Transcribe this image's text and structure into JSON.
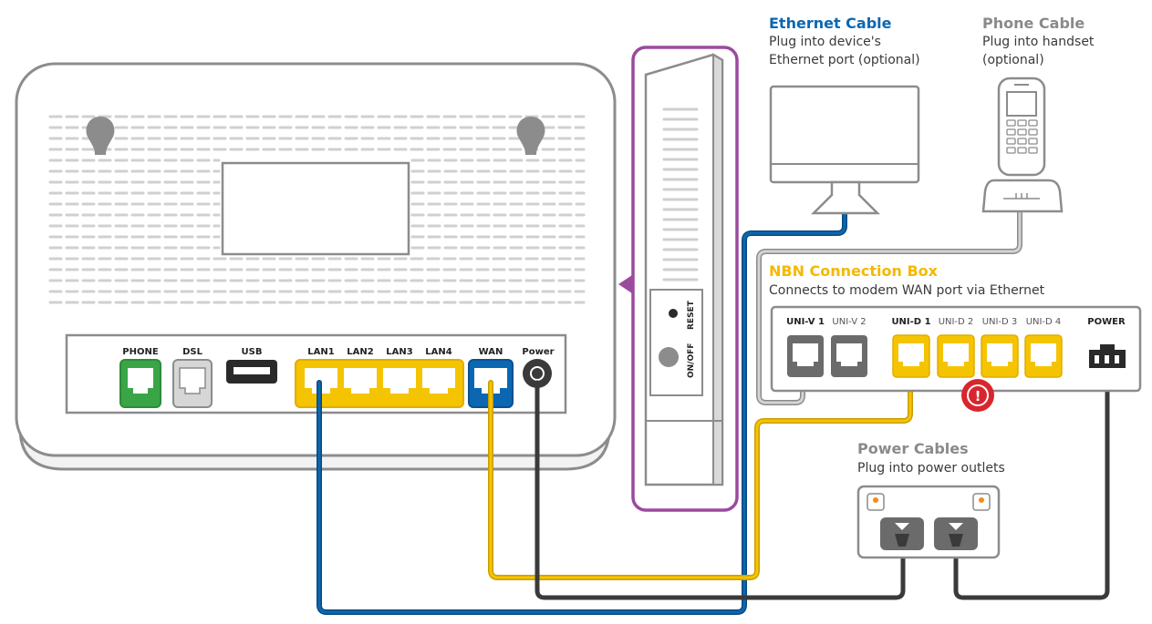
{
  "labels": {
    "ethernet": {
      "title": "Ethernet Cable",
      "line1": "Plug into device's",
      "line2": "Ethernet port (optional)"
    },
    "phone": {
      "title": "Phone Cable",
      "line1": "Plug into handset",
      "line2": "(optional)"
    },
    "nbn": {
      "title": "NBN Connection Box",
      "desc": "Connects to modem WAN port via Ethernet"
    },
    "power": {
      "title": "Power Cables",
      "desc": "Plug into power outlets"
    }
  },
  "modem_ports": {
    "phone": "PHONE",
    "dsl": "DSL",
    "usb": "USB",
    "lan1": "LAN1",
    "lan2": "LAN2",
    "lan3": "LAN3",
    "lan4": "LAN4",
    "wan": "WAN",
    "power": "Power"
  },
  "modem_side": {
    "reset": "RESET",
    "onoff": "ON/OFF"
  },
  "nbn_ports": {
    "univ1": "UNI-V 1",
    "univ2": "UNI-V 2",
    "unid1": "UNI-D 1",
    "unid2": "UNI-D 2",
    "unid3": "UNI-D 3",
    "unid4": "UNI-D 4",
    "power": "POWER"
  },
  "alert_glyph": "!",
  "colors": {
    "ethernet_title": "#0b67b2",
    "nbn_title": "#f5b800",
    "grey_title": "#8a8a8a",
    "blue_cable": "#0b67b2",
    "yellow_cable": "#f5c400",
    "grey_cable": "#bdbdbd",
    "dark_cable": "#3a3a3a",
    "purple_outline": "#9b4a9e",
    "green_port": "#3aa546",
    "alert_red": "#d8262f"
  }
}
